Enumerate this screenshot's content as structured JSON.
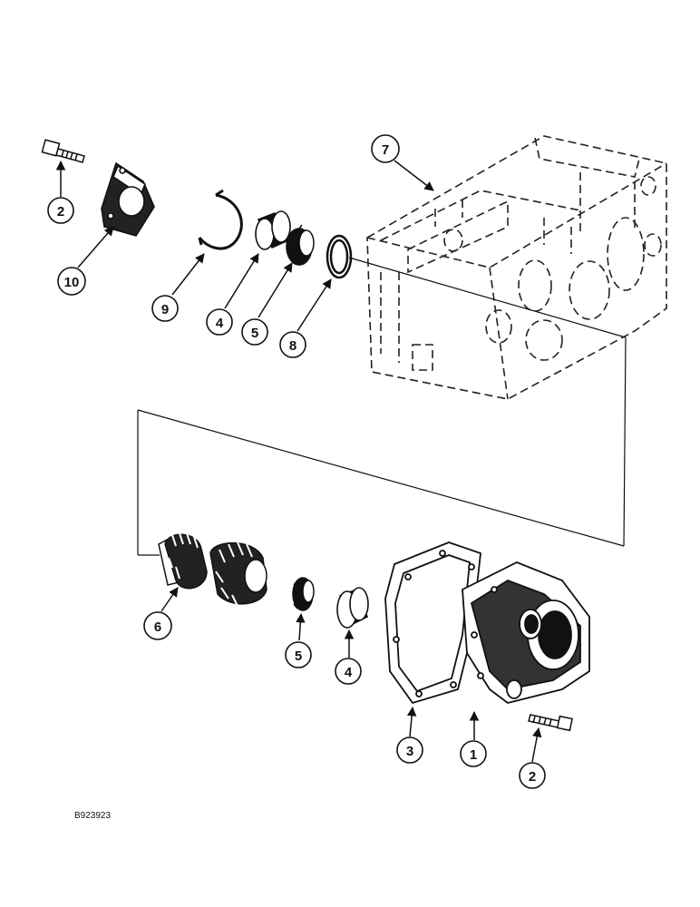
{
  "figure_id": "B923923",
  "callouts": [
    {
      "id": "c2a",
      "label": "2"
    },
    {
      "id": "c10",
      "label": "10"
    },
    {
      "id": "c9",
      "label": "9"
    },
    {
      "id": "c4a",
      "label": "4"
    },
    {
      "id": "c5a",
      "label": "5"
    },
    {
      "id": "c8",
      "label": "8"
    },
    {
      "id": "c7",
      "label": "7"
    },
    {
      "id": "c6",
      "label": "6"
    },
    {
      "id": "c5b",
      "label": "5"
    },
    {
      "id": "c4b",
      "label": "4"
    },
    {
      "id": "c3",
      "label": "3"
    },
    {
      "id": "c1",
      "label": "1"
    },
    {
      "id": "c2b",
      "label": "2"
    }
  ]
}
